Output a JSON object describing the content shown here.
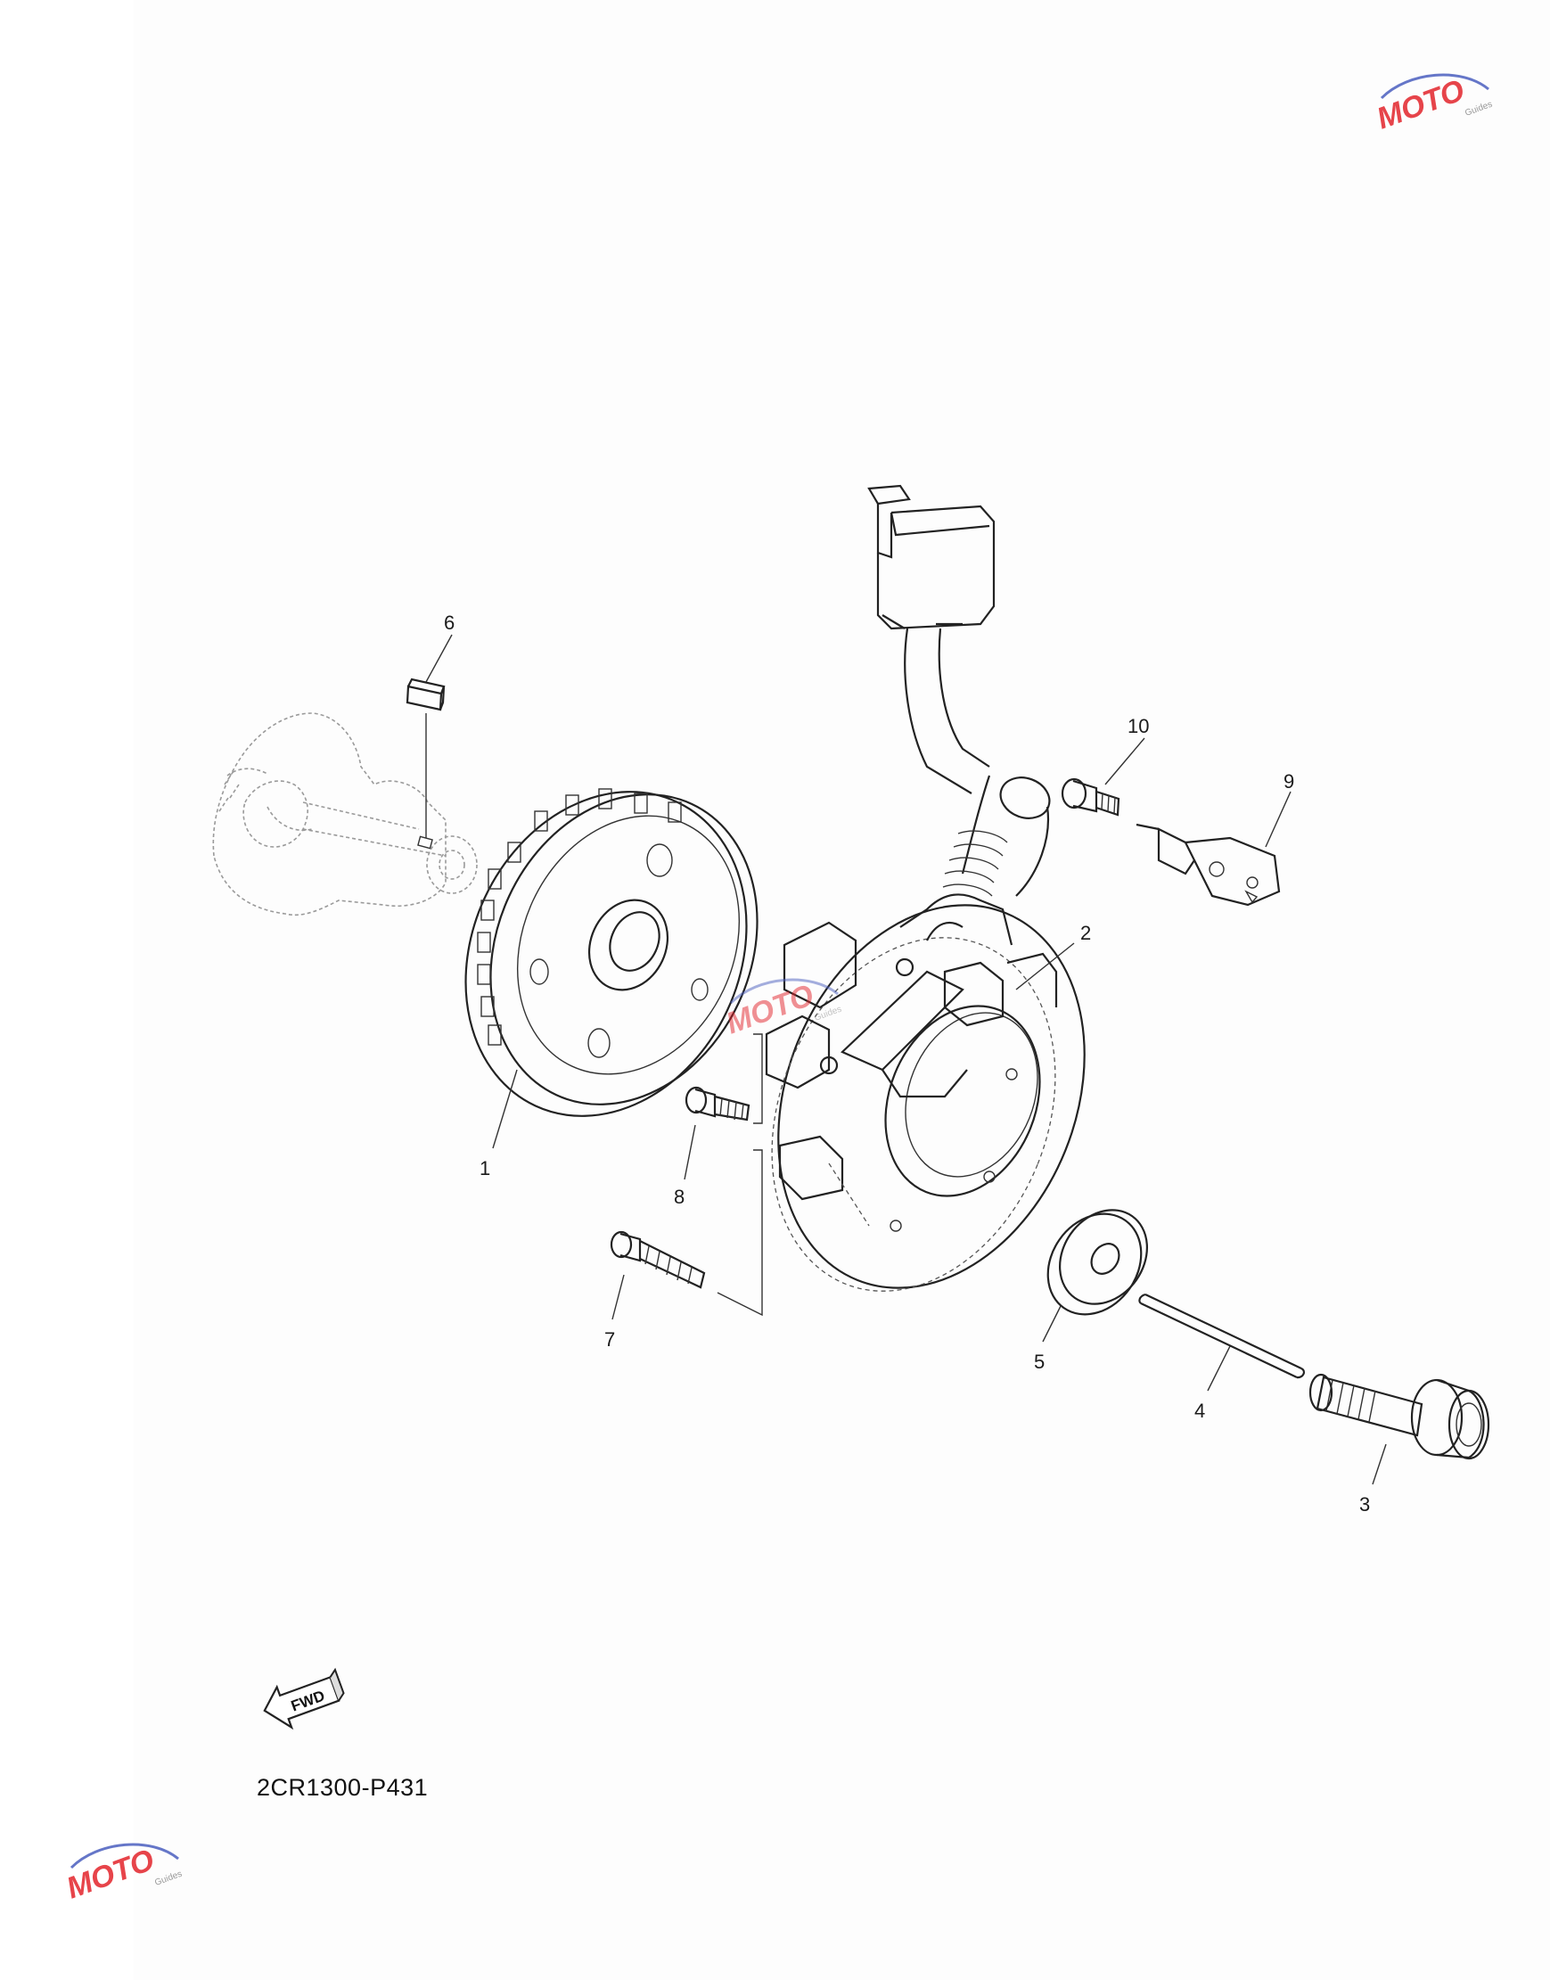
{
  "diagram": {
    "document_code": "2CR1300-P431",
    "direction_badge": "FWD",
    "callouts": [
      {
        "id": "1",
        "label": "1"
      },
      {
        "id": "2",
        "label": "2"
      },
      {
        "id": "3",
        "label": "3"
      },
      {
        "id": "4",
        "label": "4"
      },
      {
        "id": "5",
        "label": "5"
      },
      {
        "id": "6",
        "label": "6"
      },
      {
        "id": "7",
        "label": "7"
      },
      {
        "id": "8",
        "label": "8"
      },
      {
        "id": "9",
        "label": "9"
      },
      {
        "id": "10",
        "label": "10"
      }
    ]
  },
  "watermark": {
    "brand": "MOTO",
    "sub": "Guides",
    "color_accent": "#e3242b",
    "color_secondary": "#4b5fbf"
  }
}
